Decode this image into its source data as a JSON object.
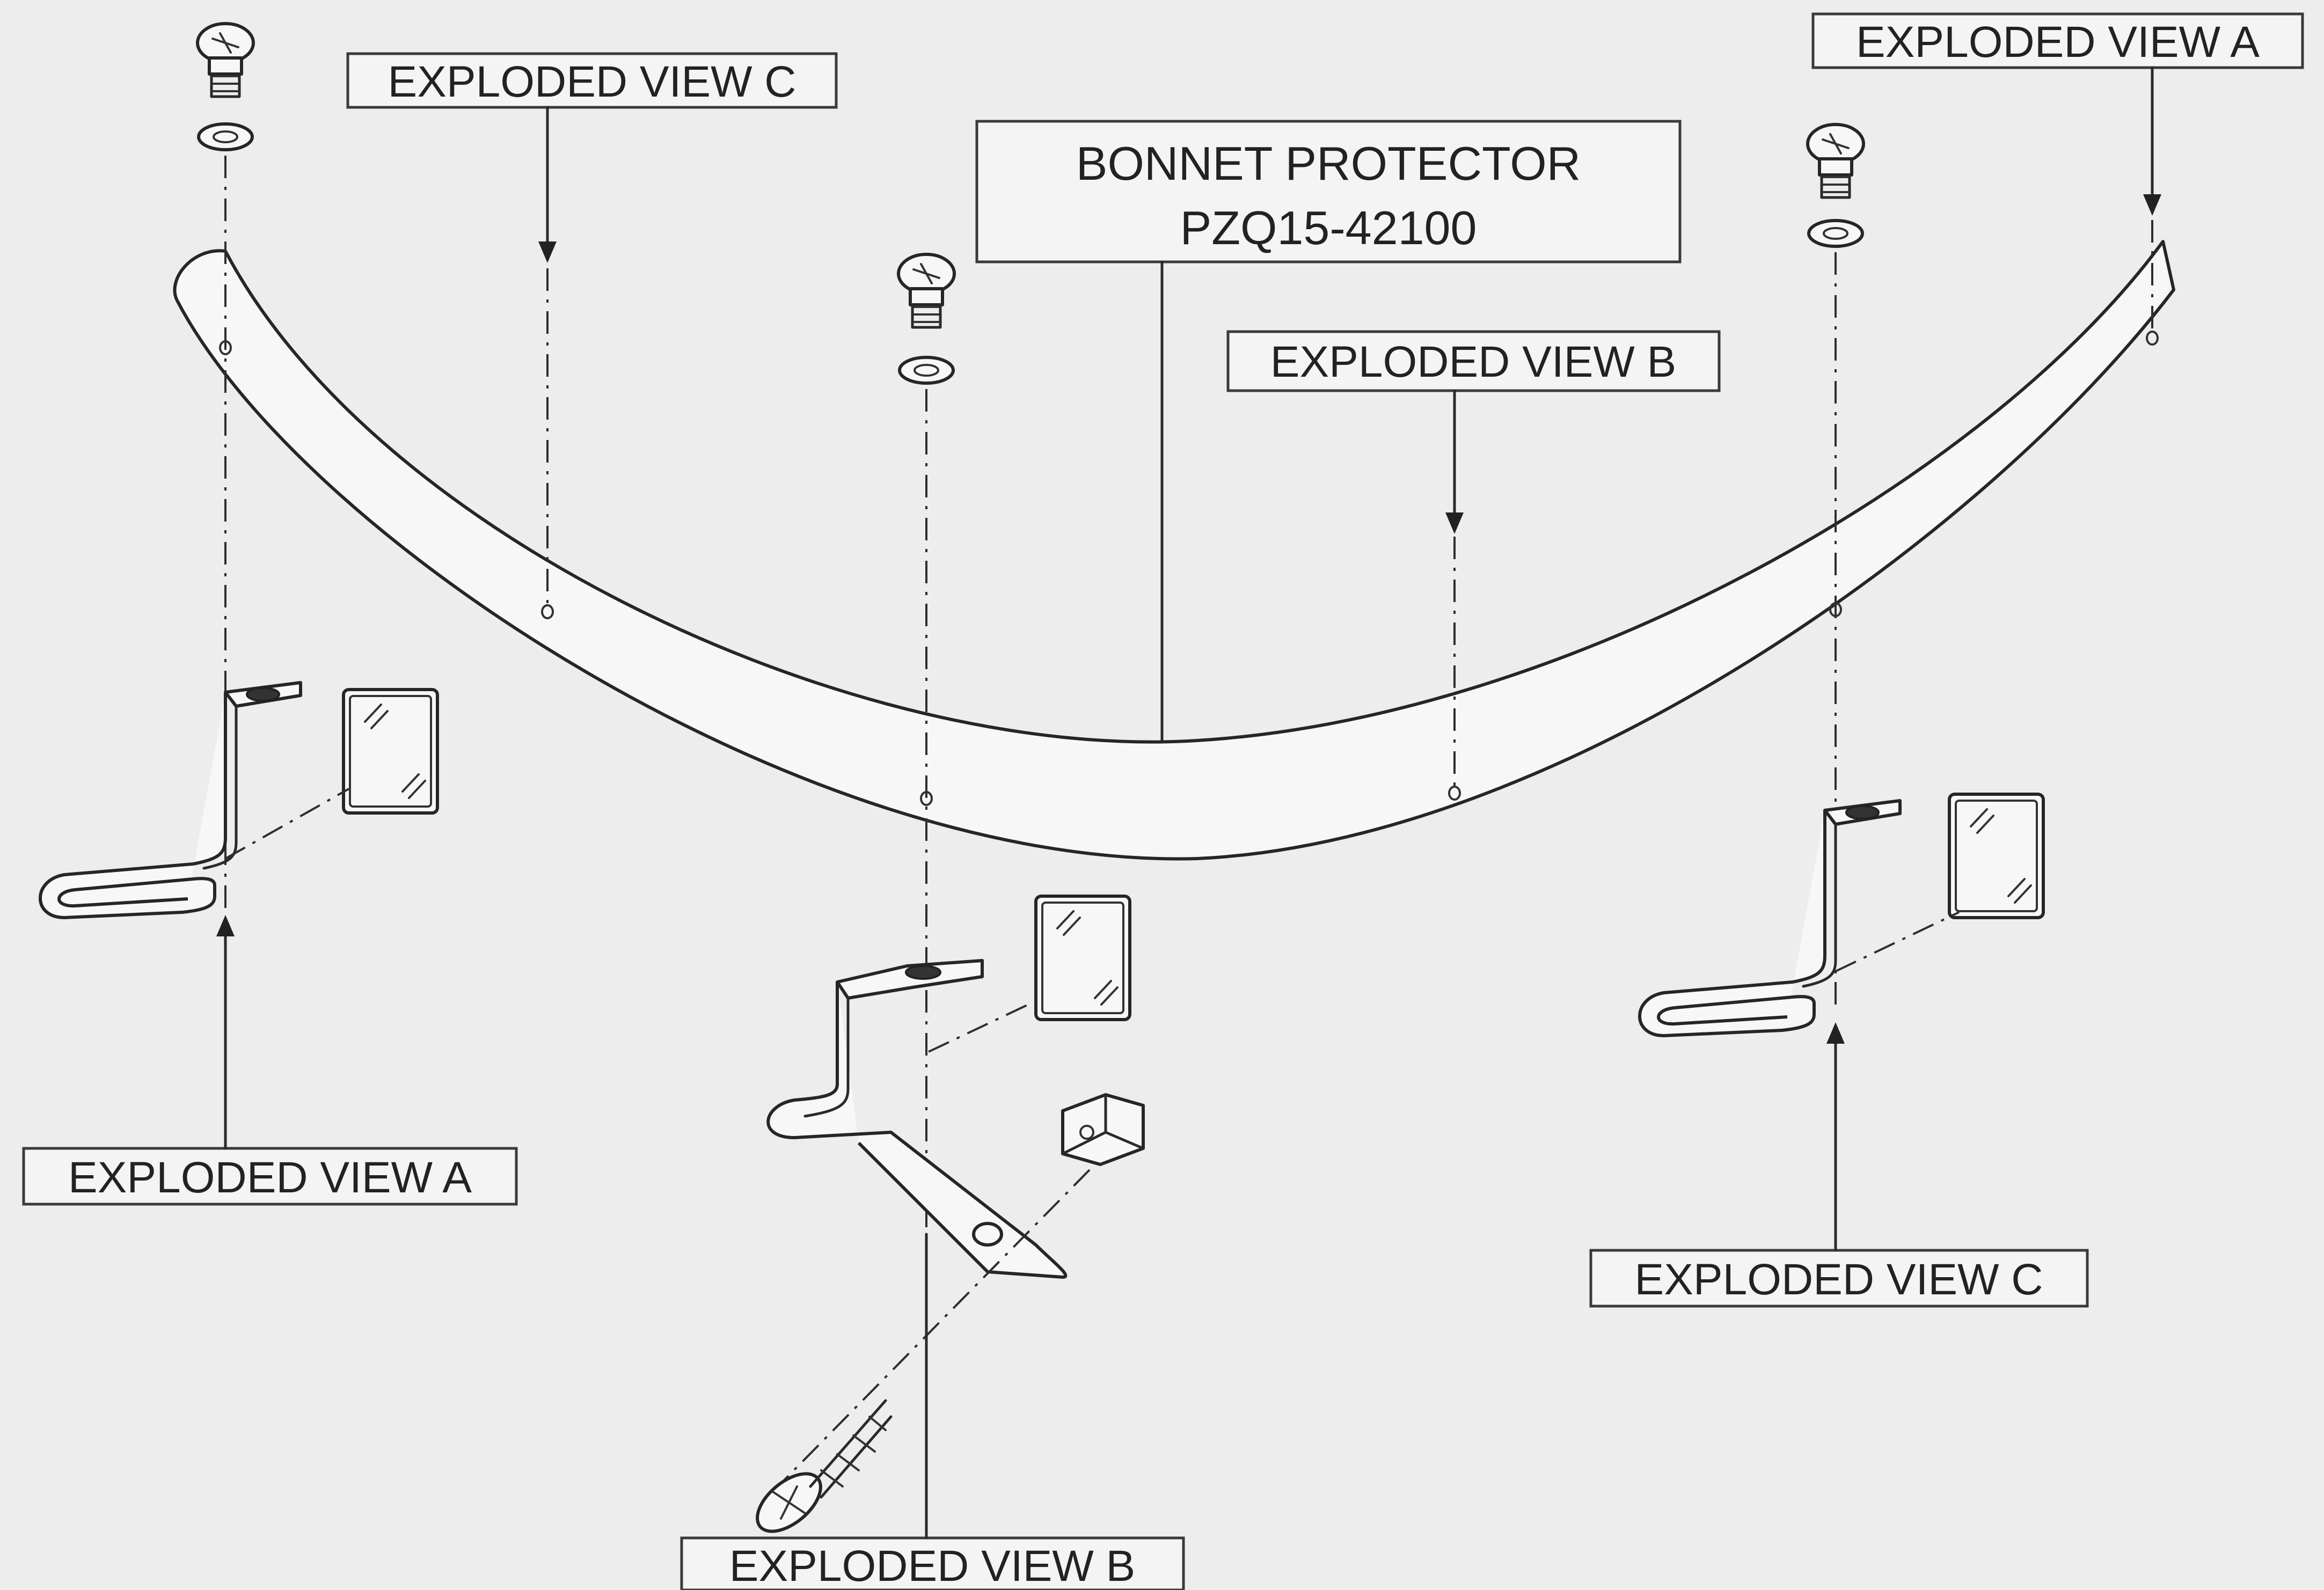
{
  "title": {
    "line1": "BONNET PROTECTOR",
    "line2": "PZQ15-42100"
  },
  "labels": {
    "top_c": "EXPLODED VIEW C",
    "top_a": "EXPLODED VIEW A",
    "mid_b": "EXPLODED VIEW B",
    "bottom_left_a": "EXPLODED VIEW A",
    "bottom_b": "EXPLODED VIEW B",
    "bottom_right_c": "EXPLODED VIEW C"
  },
  "colors": {
    "background": "#ededed",
    "ink": "#222222"
  },
  "icons": [
    "screw-icon",
    "washer-icon",
    "bracket-icon",
    "adhesive-pad-icon",
    "clip-nut-icon",
    "self-tapping-screw-icon"
  ]
}
